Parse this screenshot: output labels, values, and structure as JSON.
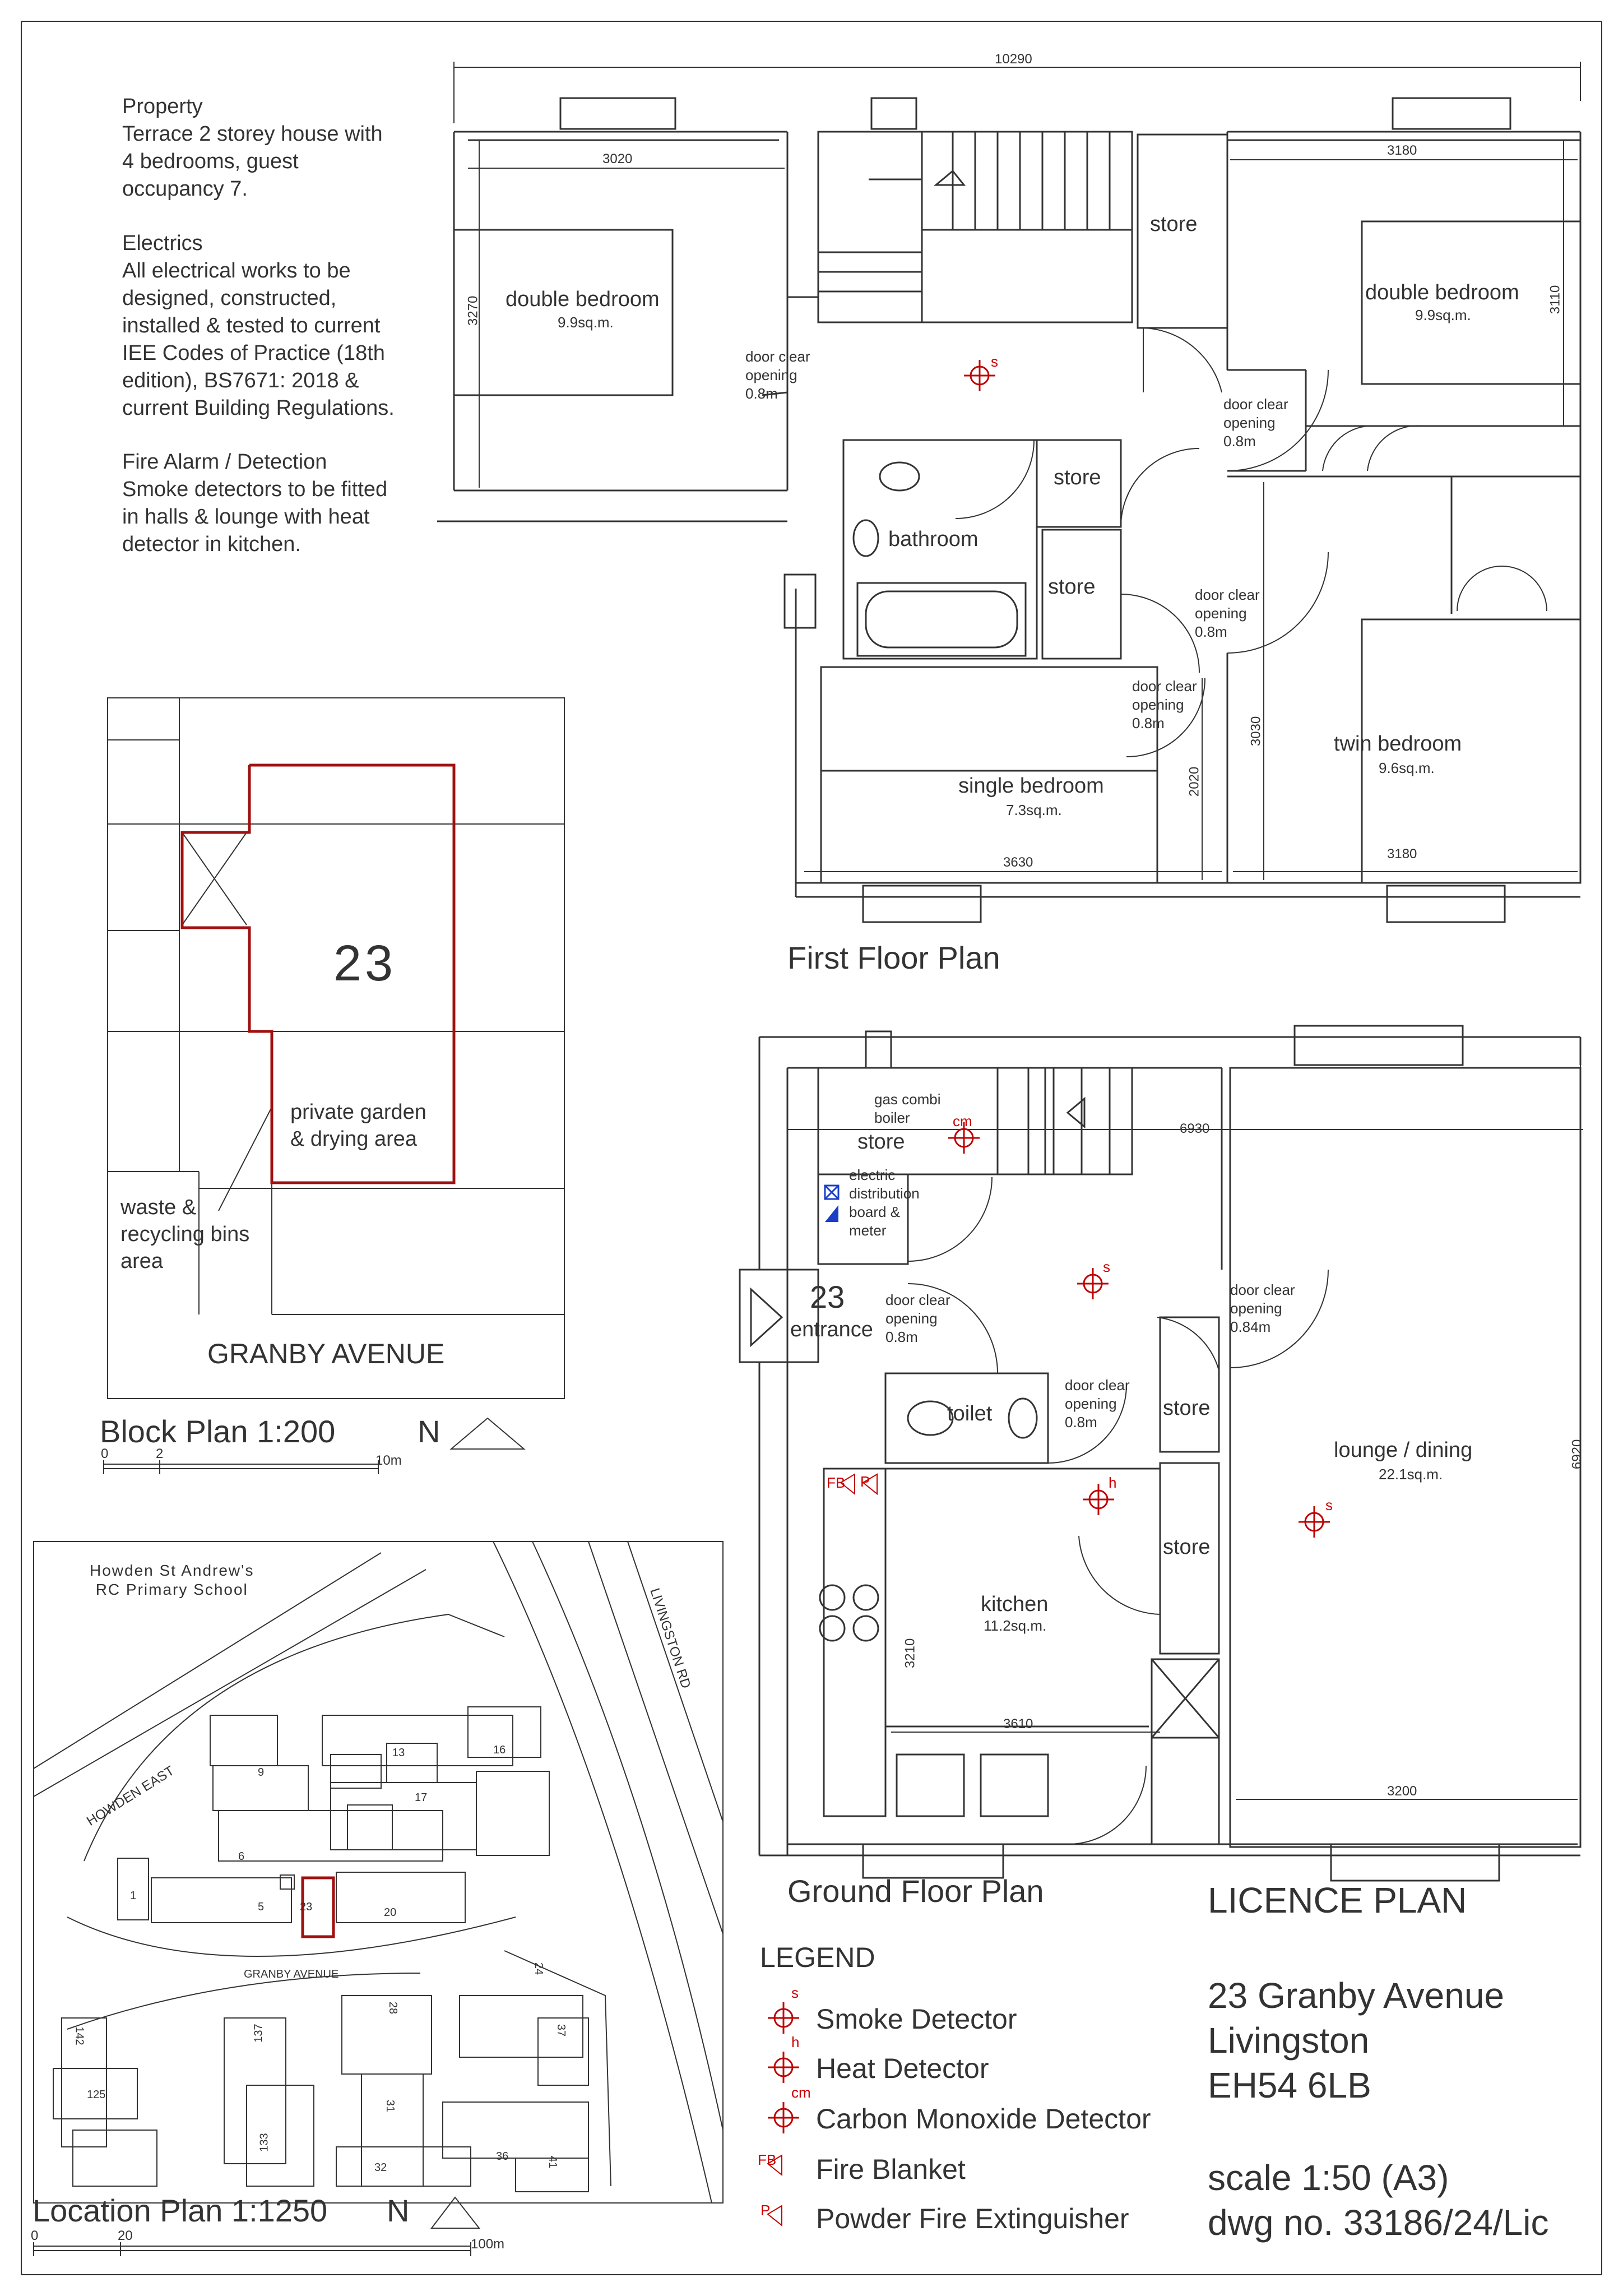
{
  "notes": {
    "property_heading": "Property",
    "property_text": "Terrace 2 storey house with\n4 bedrooms, guest\noccupancy 7.",
    "electrics_heading": "Electrics",
    "electrics_text": "All electrical works to be\ndesigned, constructed,\ninstalled & tested to current\nIEE Codes of Practice (18th\nedition), BS7671: 2018 &\ncurrent Building Regulations.",
    "fire_heading": "Fire Alarm / Detection",
    "fire_text": "Smoke detectors to be fitted\nin halls & lounge with heat\ndetector in kitchen."
  },
  "first_floor": {
    "title": "First Floor Plan",
    "overall_dim": "10290",
    "rooms": {
      "bed1_name": "double bedroom",
      "bed1_area": "9.9sq.m.",
      "bed2_name": "double bedroom",
      "bed2_area": "9.9sq.m.",
      "store_top": "store",
      "store_mid": "store",
      "store_low": "store",
      "bathroom": "bathroom",
      "single_name": "single bedroom",
      "single_area": "7.3sq.m.",
      "twin_name": "twin bedroom",
      "twin_area": "9.6sq.m."
    },
    "door_note": "door clear\nopening\n0.8m",
    "dims": {
      "d3020": "3020",
      "d3270": "3270",
      "d3180a": "3180",
      "d3110": "3110",
      "d3030": "3030",
      "d2020": "2020",
      "d3630": "3630",
      "d3180b": "3180"
    }
  },
  "ground_floor": {
    "title": "Ground Floor Plan",
    "overall_dim": "6930",
    "rooms": {
      "boiler": "gas combi\nboiler",
      "store_boiler": "store",
      "electric": "electric\ndistribution\nboard &\nmeter",
      "house_no": "23",
      "entrance": "entrance",
      "toilet": "toilet",
      "store_a": "store",
      "store_b": "store",
      "lounge_name": "lounge / dining",
      "lounge_area": "22.1sq.m.",
      "kitchen_name": "kitchen",
      "kitchen_area": "11.2sq.m."
    },
    "door_08": "door clear\nopening\n0.8m",
    "door_084": "door clear\nopening\n0.84m",
    "dims": {
      "d6920": "6920",
      "d3210": "3210",
      "d3610": "3610",
      "d3200": "3200"
    },
    "marks": {
      "fb": "FB",
      "p": "P"
    }
  },
  "block_plan": {
    "title": "Block Plan 1:200",
    "north": "N",
    "house_no": "23",
    "garden": "private garden\n& drying area",
    "bins": "waste &\nrecycling bins\narea",
    "street": "GRANBY AVENUE",
    "scale_0": "0",
    "scale_2": "2",
    "scale_10": "10m"
  },
  "location_plan": {
    "title": "Location Plan 1:1250",
    "north": "N",
    "school": "Howden St Andrew's\nRC Primary School",
    "road_livingston": "LIVINGSTON RD",
    "road_howden": "HOWDEN EAST",
    "road_granby": "GRANBY AVENUE",
    "numbers": [
      "13",
      "16",
      "9",
      "17",
      "6",
      "1",
      "5",
      "23",
      "20",
      "24",
      "28",
      "37",
      "142",
      "137",
      "125",
      "31",
      "133",
      "32",
      "36",
      "41"
    ],
    "scale_0": "0",
    "scale_20": "20",
    "scale_100": "100m"
  },
  "legend": {
    "heading": "LEGEND",
    "items": [
      {
        "sym": "s",
        "label": "Smoke Detector"
      },
      {
        "sym": "h",
        "label": "Heat Detector"
      },
      {
        "sym": "cm",
        "label": "Carbon Monoxide Detector"
      },
      {
        "sym": "FB",
        "label": "Fire Blanket"
      },
      {
        "sym": "P",
        "label": "Powder Fire Extinguisher"
      }
    ]
  },
  "title_block": {
    "heading": "LICENCE PLAN",
    "address": "23 Granby Avenue\nLivingston\nEH54 6LB",
    "scale": "scale 1:50 (A3)",
    "dwg": "dwg no. 33186/24/Lic"
  },
  "colors": {
    "line": "#333333",
    "red": "#c00000",
    "boundary": "#a01010",
    "blue": "#1a3ec8"
  }
}
